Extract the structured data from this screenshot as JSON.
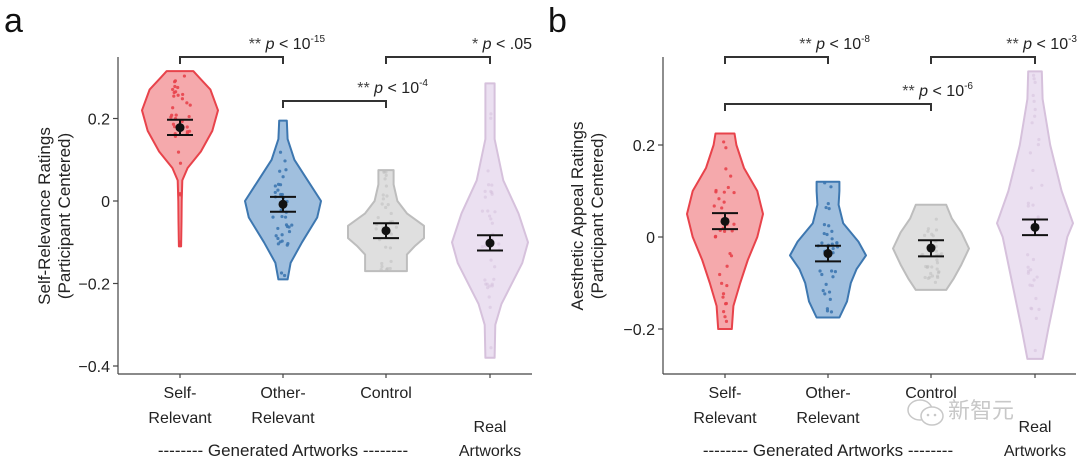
{
  "chart_data": [
    {
      "panel": "a",
      "type": "violin",
      "title": "",
      "ylabel_line1": "Self-Relevance Ratings",
      "ylabel_line2": "(Participant Centered)",
      "ylim": [
        -0.42,
        0.35
      ],
      "yticks": [
        0.2,
        0,
        -0.2,
        -0.4
      ],
      "ytick_labels": [
        "0.2",
        "0",
        "−0.2",
        "−0.4"
      ],
      "categories": [
        {
          "line1": "Self-",
          "line2": "Relevant"
        },
        {
          "line1": "Other-",
          "line2": "Relevant"
        },
        {
          "line1": "Control",
          "line2": ""
        },
        {
          "line1": "",
          "line2": "Real",
          "line3": "Artworks"
        }
      ],
      "series": [
        {
          "name": "Self-Relevant",
          "color": "#e8434b",
          "fill": "#f39a9d",
          "mean": 0.178,
          "err_low": 0.16,
          "err_high": 0.197,
          "min": -0.11,
          "max": 0.315,
          "profile": [
            [
              -0.11,
              0.03
            ],
            [
              -0.05,
              0.04
            ],
            [
              0.0,
              0.045
            ],
            [
              0.05,
              0.06
            ],
            [
              0.08,
              0.2
            ],
            [
              0.12,
              0.55
            ],
            [
              0.17,
              0.85
            ],
            [
              0.22,
              1.0
            ],
            [
              0.27,
              0.8
            ],
            [
              0.3,
              0.5
            ],
            [
              0.315,
              0.35
            ]
          ]
        },
        {
          "name": "Other-Relevant",
          "color": "#3d77b0",
          "fill": "#8fb4d8",
          "mean": -0.008,
          "err_low": -0.026,
          "err_high": 0.01,
          "min": -0.19,
          "max": 0.195,
          "profile": [
            [
              -0.19,
              0.12
            ],
            [
              -0.15,
              0.2
            ],
            [
              -0.1,
              0.5
            ],
            [
              -0.04,
              0.9
            ],
            [
              0.0,
              1.0
            ],
            [
              0.05,
              0.65
            ],
            [
              0.1,
              0.3
            ],
            [
              0.15,
              0.12
            ],
            [
              0.195,
              0.1
            ]
          ]
        },
        {
          "name": "Control",
          "color": "#bdbdbd",
          "fill": "#d9d9d9",
          "mean": -0.072,
          "err_low": -0.09,
          "err_high": -0.054,
          "min": -0.17,
          "max": 0.075,
          "profile": [
            [
              -0.17,
              0.55
            ],
            [
              -0.13,
              0.55
            ],
            [
              -0.11,
              0.75
            ],
            [
              -0.09,
              1.0
            ],
            [
              -0.06,
              1.0
            ],
            [
              -0.03,
              0.55
            ],
            [
              0.0,
              0.3
            ],
            [
              0.04,
              0.2
            ],
            [
              0.075,
              0.2
            ]
          ]
        },
        {
          "name": "Real Artworks",
          "color": "#d6c1dc",
          "fill": "#e8dbee",
          "mean": -0.102,
          "err_low": -0.12,
          "err_high": -0.083,
          "min": -0.38,
          "max": 0.285,
          "profile": [
            [
              -0.38,
              0.12
            ],
            [
              -0.3,
              0.14
            ],
            [
              -0.25,
              0.3
            ],
            [
              -0.15,
              0.85
            ],
            [
              -0.1,
              1.0
            ],
            [
              -0.03,
              0.75
            ],
            [
              0.05,
              0.35
            ],
            [
              0.15,
              0.12
            ],
            [
              0.285,
              0.12
            ]
          ]
        }
      ],
      "significance": [
        {
          "from": 0,
          "to": 1,
          "stars": "**",
          "p_prefix": "p",
          "p_rel": "<",
          "p_base": "10",
          "p_exp": "-15",
          "level": 1
        },
        {
          "from": 1,
          "to": 2,
          "stars": "**",
          "p_prefix": "p",
          "p_rel": "<",
          "p_base": "10",
          "p_exp": "-4",
          "level": 2
        },
        {
          "from": 2,
          "to": 3,
          "stars": "*",
          "p_prefix": "p",
          "p_rel": "<",
          "p_base": ".05",
          "p_exp": "",
          "level": 1
        }
      ],
      "group_label": "-------- Generated Artworks --------"
    },
    {
      "panel": "b",
      "type": "violin",
      "title": "",
      "ylabel_line1": "Aesthetic Appeal Ratings",
      "ylabel_line2": "(Participant Centered)",
      "ylim": [
        -0.29,
        0.39
      ],
      "yticks": [
        0.2,
        0,
        -0.2
      ],
      "ytick_labels": [
        "0.2",
        "0",
        "−0.2"
      ],
      "categories": [
        {
          "line1": "Self-",
          "line2": "Relevant"
        },
        {
          "line1": "Other-",
          "line2": "Relevant"
        },
        {
          "line1": "Control",
          "line2": ""
        },
        {
          "line1": "",
          "line2": "Real",
          "line3": "Artworks"
        }
      ],
      "series": [
        {
          "name": "Self-Relevant",
          "color": "#e8434b",
          "fill": "#f39a9d",
          "mean": 0.034,
          "err_low": 0.017,
          "err_high": 0.052,
          "min": -0.2,
          "max": 0.225,
          "profile": [
            [
              -0.2,
              0.18
            ],
            [
              -0.15,
              0.22
            ],
            [
              -0.1,
              0.4
            ],
            [
              -0.05,
              0.6
            ],
            [
              0.0,
              0.85
            ],
            [
              0.05,
              1.0
            ],
            [
              0.1,
              0.85
            ],
            [
              0.15,
              0.5
            ],
            [
              0.2,
              0.3
            ],
            [
              0.225,
              0.25
            ]
          ]
        },
        {
          "name": "Other-Relevant",
          "color": "#3d77b0",
          "fill": "#8fb4d8",
          "mean": -0.036,
          "err_low": -0.053,
          "err_high": -0.019,
          "min": -0.175,
          "max": 0.12,
          "profile": [
            [
              -0.175,
              0.3
            ],
            [
              -0.14,
              0.5
            ],
            [
              -0.1,
              0.6
            ],
            [
              -0.07,
              0.75
            ],
            [
              -0.04,
              1.0
            ],
            [
              -0.01,
              0.8
            ],
            [
              0.03,
              0.4
            ],
            [
              0.07,
              0.28
            ],
            [
              0.1,
              0.3
            ],
            [
              0.12,
              0.3
            ]
          ]
        },
        {
          "name": "Control",
          "color": "#bdbdbd",
          "fill": "#d9d9d9",
          "mean": -0.024,
          "err_low": -0.042,
          "err_high": -0.007,
          "min": -0.115,
          "max": 0.07,
          "profile": [
            [
              -0.115,
              0.4
            ],
            [
              -0.09,
              0.6
            ],
            [
              -0.06,
              0.8
            ],
            [
              -0.025,
              1.0
            ],
            [
              0.01,
              0.8
            ],
            [
              0.04,
              0.55
            ],
            [
              0.07,
              0.4
            ]
          ]
        },
        {
          "name": "Real Artworks",
          "color": "#d6c1dc",
          "fill": "#e8dbee",
          "mean": 0.021,
          "err_low": 0.004,
          "err_high": 0.038,
          "min": -0.265,
          "max": 0.36,
          "profile": [
            [
              -0.265,
              0.2
            ],
            [
              -0.2,
              0.35
            ],
            [
              -0.1,
              0.6
            ],
            [
              0.0,
              0.85
            ],
            [
              0.03,
              1.0
            ],
            [
              0.1,
              0.7
            ],
            [
              0.2,
              0.4
            ],
            [
              0.3,
              0.2
            ],
            [
              0.36,
              0.18
            ]
          ]
        }
      ],
      "significance": [
        {
          "from": 0,
          "to": 1,
          "stars": "**",
          "p_prefix": "p",
          "p_rel": "<",
          "p_base": "10",
          "p_exp": "-8",
          "level": 1
        },
        {
          "from": 0,
          "to": 2,
          "stars": "**",
          "p_prefix": "p",
          "p_rel": "<",
          "p_base": "10",
          "p_exp": "-6",
          "level": 2
        },
        {
          "from": 2,
          "to": 3,
          "stars": "**",
          "p_prefix": "p",
          "p_rel": "<",
          "p_base": "10",
          "p_exp": "-3",
          "level": 1
        }
      ],
      "group_label": "-------- Generated Artworks --------"
    }
  ],
  "watermark": "新智元"
}
